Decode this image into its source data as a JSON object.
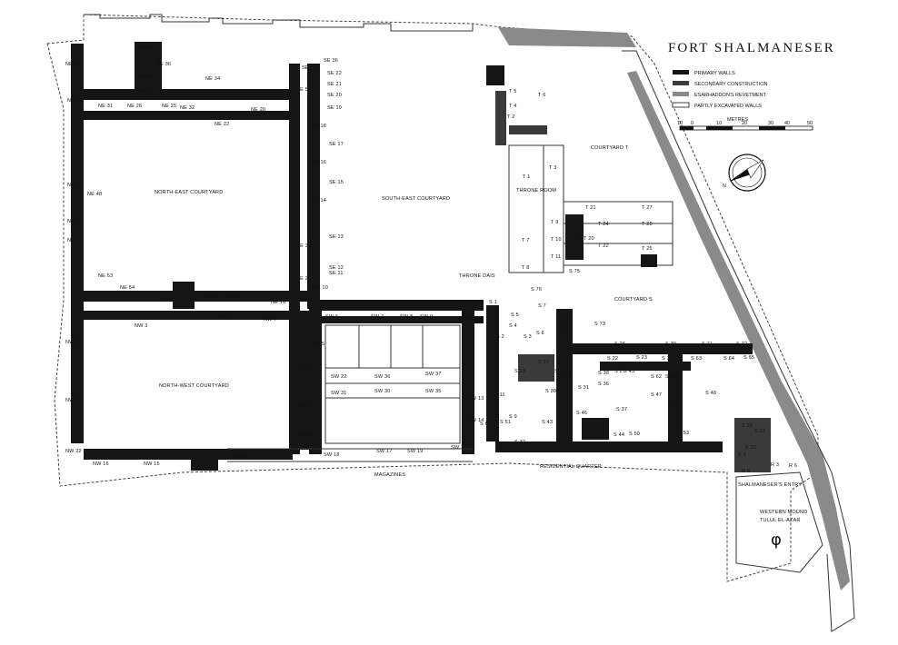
{
  "title": "FORT SHALMANESER",
  "legend": {
    "items": [
      {
        "label": "PRIMARY WALLS",
        "color": "#151515"
      },
      {
        "label": "SECONDARY CONSTRUCTION",
        "color": "#3a3a3a"
      },
      {
        "label": "ESARHADDON'S REVETMENT",
        "color": "#8a8a8a"
      },
      {
        "label": "PARTLY EXCAVATED WALLS",
        "color": "#ffffff"
      }
    ],
    "scale_unit": "METRES",
    "scale_ticks": [
      "10",
      "0",
      "10",
      "20",
      "30",
      "40",
      "50"
    ]
  },
  "north_label": "N",
  "areas": {
    "ne_courtyard": "NORTH-EAST COURTYARD",
    "se_courtyard": "SOUTH-EAST COURTYARD",
    "nw_courtyard": "NORTH-WEST COURTYARD",
    "courtyard_t": "COURTYARD T",
    "courtyard_s": "COURTYARD S",
    "throne_room": "THRONE ROOM",
    "throne_dais": "THRONE DAIS",
    "magazines": "MAGAZINES",
    "residential": "RESIDENTIAL QUARTER",
    "entry": "SHALMANESER'S ENTRY",
    "western_mound": "WESTERN MOUND",
    "tulul": "TULUL EL-AZAR"
  },
  "rooms": [
    "NE 30",
    "NE 40",
    "NE 36",
    "NE 38",
    "NE 39",
    "NE 34",
    "NE 33",
    "NE 31",
    "NE 26",
    "NE 25",
    "NE 32",
    "NE 20",
    "NE 22",
    "NE 29",
    "NE 48",
    "NE 45",
    "NE 47",
    "NE 49",
    "NE 53",
    "NE 54",
    "NE 58",
    "NE 56",
    "NE 59",
    "NE 16",
    "NE 5",
    "NE 2",
    "NE 3",
    "NW 3",
    "NW 6",
    "NW 7",
    "NW 20",
    "NW 21",
    "NW 22",
    "NW 15",
    "NW 16",
    "SE 36",
    "SE 23",
    "SE 22",
    "SE 21",
    "SE 20",
    "SE 19",
    "SE 18",
    "SE 17",
    "SE 16",
    "SE 15",
    "SE 14",
    "SE 13",
    "SE 12",
    "SE 11",
    "SE 10",
    "SE 3",
    "SE 5",
    "SE 7",
    "SE 8",
    "SW 6",
    "SW 7",
    "SW 8",
    "SW 9",
    "SW 10",
    "SW 5",
    "SW 4",
    "SW 2",
    "SW 1",
    "SW 22",
    "SW 36",
    "SW 37",
    "SW 31",
    "SW 30",
    "SW 35",
    "SW 13",
    "SW 14",
    "SW 16",
    "SW 17",
    "SW 18",
    "SW 19",
    "SW 15",
    "T 1",
    "T 2",
    "T 3",
    "T 4",
    "T 5",
    "T 6",
    "T 7",
    "T 8",
    "T 9",
    "T 10",
    "T 11",
    "T 16",
    "T 20",
    "T 21",
    "T 22",
    "T 24",
    "T 25",
    "T 26",
    "T 27",
    "S 1",
    "S 2",
    "S 3",
    "S 4",
    "S 5",
    "S 6",
    "S 7",
    "S 8",
    "S 9",
    "S 10",
    "S 11",
    "S 13",
    "S 15",
    "S 17",
    "S 19",
    "S 22",
    "S 23",
    "S 24",
    "S 26",
    "S 27",
    "S 30",
    "S 31",
    "S 32",
    "S 36",
    "S 37",
    "S 38",
    "S 42",
    "S 43",
    "S 44",
    "S 45",
    "S 46",
    "S 47",
    "S 48",
    "S 50",
    "S 51",
    "S 53",
    "S 54",
    "S 56",
    "S 57",
    "S 62",
    "S 63",
    "S 64",
    "S 65",
    "S 70",
    "S 71",
    "S 72",
    "S 73",
    "S 75",
    "S 76",
    "R 1",
    "R 3",
    "R 6",
    "R 8",
    "R 10"
  ]
}
